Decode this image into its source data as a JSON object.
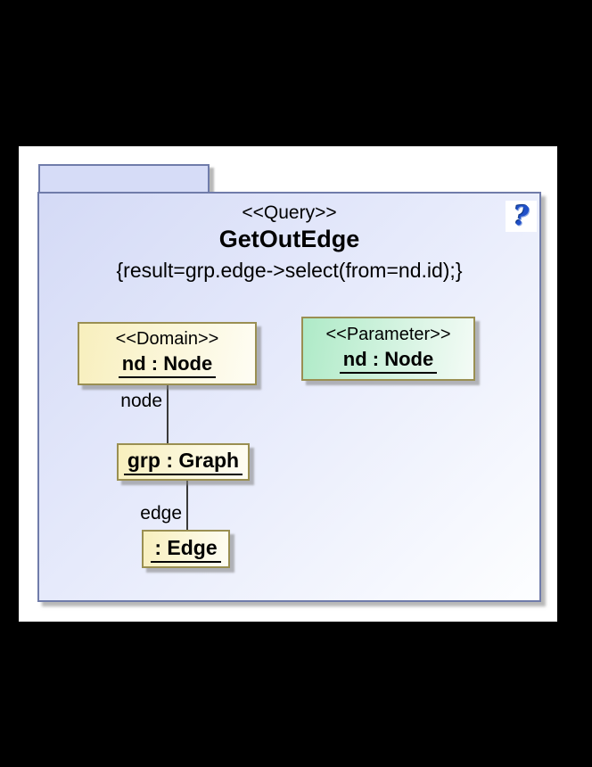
{
  "diagram": {
    "package": {
      "stereotype": "<<Query>>",
      "name": "GetOutEdge",
      "constraint": "{result=grp.edge->select(from=nd.id);}"
    },
    "help_icon_glyph": "?",
    "nodes": {
      "domain": {
        "stereotype": "<<Domain>>",
        "name": "nd : Node"
      },
      "parameter": {
        "stereotype": "<<Parameter>>",
        "name": "nd : Node"
      },
      "graph": {
        "name": "grp : Graph"
      },
      "edge": {
        "name": ": Edge"
      }
    },
    "links": {
      "node_link": {
        "label": "node"
      },
      "edge_link": {
        "label": "edge"
      }
    }
  },
  "colors": {
    "package-border": "#707caa",
    "package-fill-start": "#d4daf6",
    "package-fill-mid": "#e6eafb",
    "package-fill-end": "#fdfeff",
    "tab-fill": "#d6dcf7",
    "box-border": "#9a8f52",
    "domain-fill-start": "#f8efbd",
    "domain-fill-end": "#fefdf4",
    "parameter-fill-start": "#aeeac7",
    "parameter-fill-end": "#f4fbf6",
    "help-blue": "#2050c8",
    "line-color": "#3a3a3a"
  }
}
